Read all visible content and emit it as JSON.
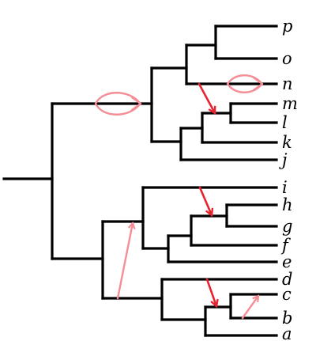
{
  "diagram": {
    "type": "phylogenetic-tree",
    "leaves": [
      "p",
      "o",
      "n",
      "m",
      "l",
      "k",
      "j",
      "i",
      "h",
      "g",
      "f",
      "e",
      "d",
      "c",
      "b",
      "a"
    ],
    "colors": {
      "branch": "#000000",
      "transfer_light": "#f58d96",
      "transfer_dark": "#e8222e"
    },
    "transfers": [
      {
        "kind": "loop",
        "style": "light",
        "note": "root-upper clade self loop"
      },
      {
        "kind": "loop",
        "style": "light",
        "note": "leaf n self loop"
      },
      {
        "kind": "arrow",
        "style": "dark",
        "from": "n-branch",
        "to": "m-l"
      },
      {
        "kind": "arrow",
        "style": "light",
        "from": "lower-clade",
        "to": "i-e"
      },
      {
        "kind": "arrow",
        "style": "dark",
        "from": "i-branch",
        "to": "h-g"
      },
      {
        "kind": "arrow",
        "style": "dark",
        "from": "d-branch",
        "to": "c-b"
      },
      {
        "kind": "arrow",
        "style": "light",
        "from": "b-branch",
        "to": "c"
      }
    ]
  }
}
